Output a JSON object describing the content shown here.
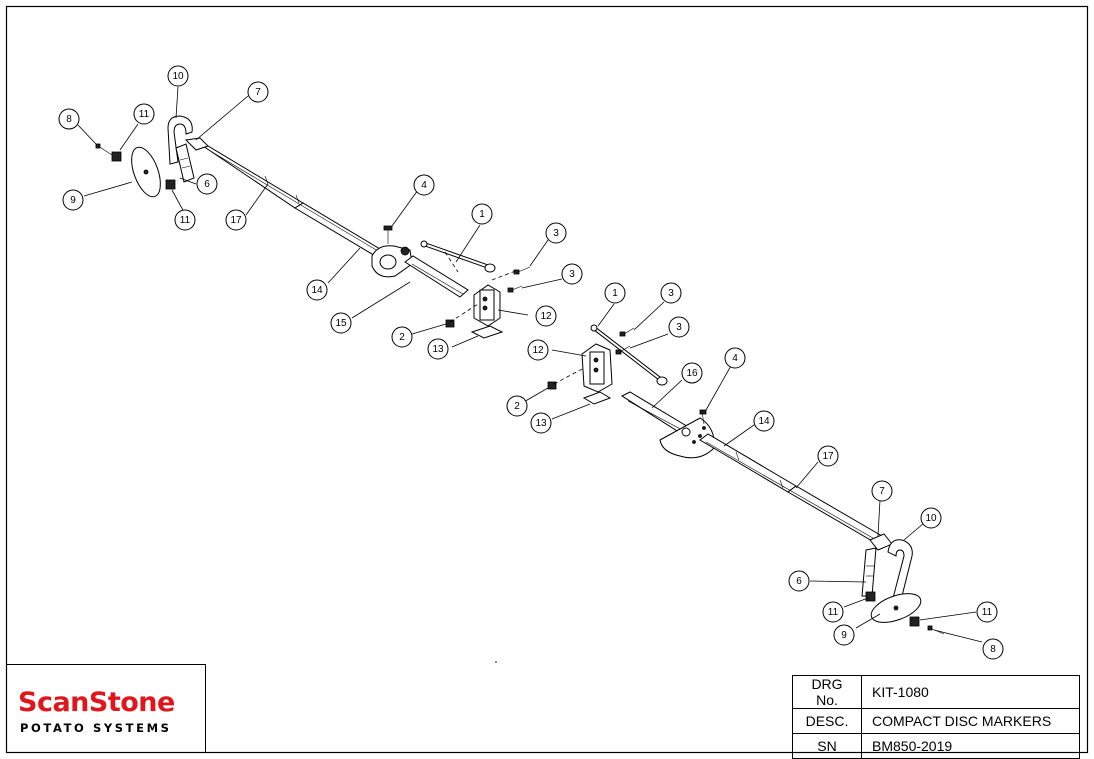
{
  "drawing": {
    "callouts": [
      {
        "id": "callout-8-left",
        "text": "8"
      },
      {
        "id": "callout-11-left-top",
        "text": "11"
      },
      {
        "id": "callout-10-left",
        "text": "10"
      },
      {
        "id": "callout-7-left",
        "text": "7"
      },
      {
        "id": "callout-9-left",
        "text": "9"
      },
      {
        "id": "callout-6-left",
        "text": "6"
      },
      {
        "id": "callout-11-left-bottom",
        "text": "11"
      },
      {
        "id": "callout-17-left",
        "text": "17"
      },
      {
        "id": "callout-4-left",
        "text": "4"
      },
      {
        "id": "callout-1-left",
        "text": "1"
      },
      {
        "id": "callout-3-left-a",
        "text": "3"
      },
      {
        "id": "callout-3-left-b",
        "text": "3"
      },
      {
        "id": "callout-14-left",
        "text": "14"
      },
      {
        "id": "callout-15",
        "text": "15"
      },
      {
        "id": "callout-12-left",
        "text": "12"
      },
      {
        "id": "callout-2-left",
        "text": "2"
      },
      {
        "id": "callout-13-left",
        "text": "13"
      },
      {
        "id": "callout-1-right",
        "text": "1"
      },
      {
        "id": "callout-3-right-a",
        "text": "3"
      },
      {
        "id": "callout-3-right-b",
        "text": "3"
      },
      {
        "id": "callout-12-right",
        "text": "12"
      },
      {
        "id": "callout-16",
        "text": "16"
      },
      {
        "id": "callout-4-right",
        "text": "4"
      },
      {
        "id": "callout-2-right",
        "text": "2"
      },
      {
        "id": "callout-13-right",
        "text": "13"
      },
      {
        "id": "callout-14-right",
        "text": "14"
      },
      {
        "id": "callout-17-right",
        "text": "17"
      },
      {
        "id": "callout-7-right",
        "text": "7"
      },
      {
        "id": "callout-10-right",
        "text": "10"
      },
      {
        "id": "callout-6-right",
        "text": "6"
      },
      {
        "id": "callout-11-right-left",
        "text": "11"
      },
      {
        "id": "callout-11-right-right",
        "text": "11"
      },
      {
        "id": "callout-9-right",
        "text": "9"
      },
      {
        "id": "callout-8-right",
        "text": "8"
      }
    ]
  },
  "logo": {
    "brand": "ScanStone",
    "tagline": "POTATO SYSTEMS",
    "brand_color": "#e0161d"
  },
  "title_block": {
    "drg_no_label": "DRG No.",
    "drg_no_value": "KIT-1080",
    "desc_label": "DESC.",
    "desc_value": "COMPACT DISC MARKERS",
    "sn_label": "SN",
    "sn_value": "BM850-2019"
  }
}
